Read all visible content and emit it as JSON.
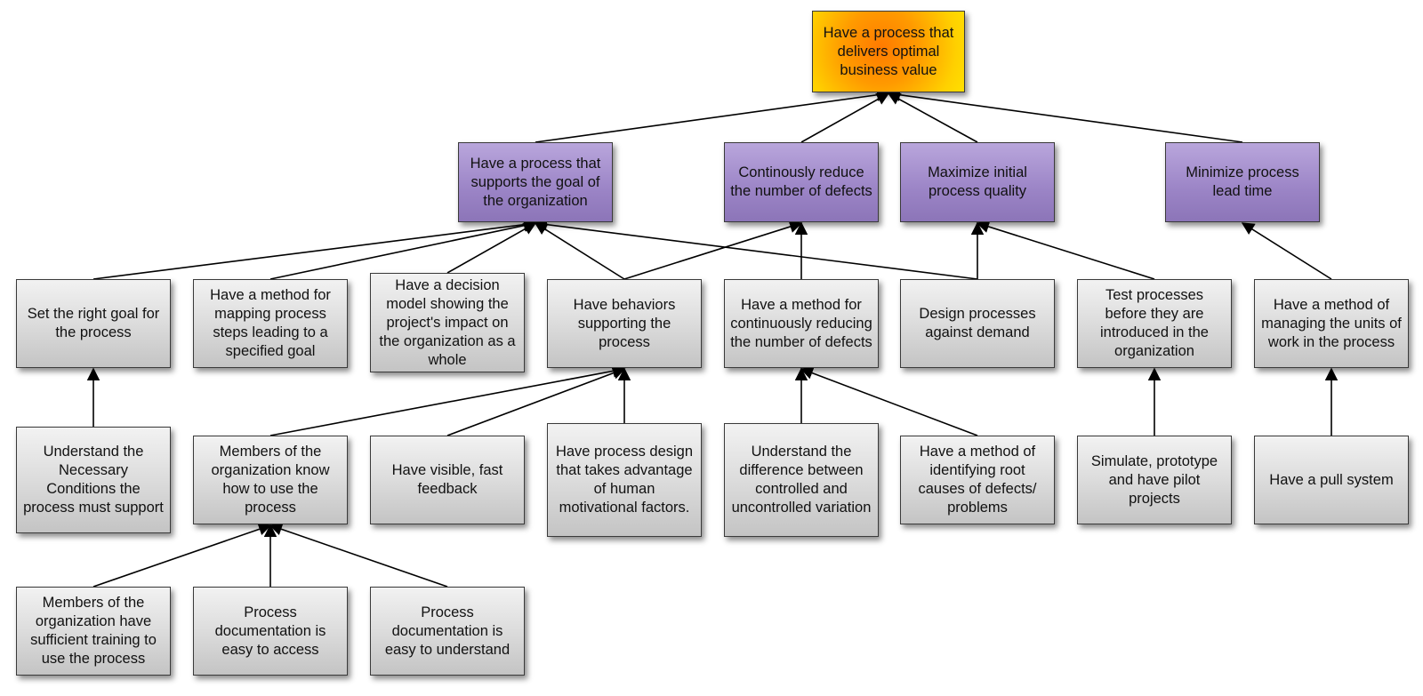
{
  "diagram": {
    "root": {
      "id": "root",
      "label": "Have a process that delivers optimal business value"
    },
    "goals": [
      {
        "id": "g1",
        "label": "Have a process that supports the goal of the organization"
      },
      {
        "id": "g2",
        "label": "Continously reduce the number of defects"
      },
      {
        "id": "g3",
        "label": "Maximize initial process quality"
      },
      {
        "id": "g4",
        "label": "Minimize process lead time"
      }
    ],
    "row2": [
      {
        "id": "r2c1",
        "label": "Set the right goal for the process"
      },
      {
        "id": "r2c2",
        "label": "Have a method for mapping process steps leading to a specified goal"
      },
      {
        "id": "r2c3",
        "label": "Have a decision model showing the project's impact on the organization as a whole"
      },
      {
        "id": "r2c4",
        "label": "Have behaviors supporting the process"
      },
      {
        "id": "r2c5",
        "label": "Have a method for continuously reducing the number of defects"
      },
      {
        "id": "r2c6",
        "label": "Design processes against demand"
      },
      {
        "id": "r2c7",
        "label": "Test processes before they are introduced in the organization"
      },
      {
        "id": "r2c8",
        "label": "Have a method of managing the units of work in the process"
      }
    ],
    "row3": [
      {
        "id": "r3c1",
        "label": "Understand the Necessary Conditions the process must support"
      },
      {
        "id": "r3c2",
        "label": "Members of the organization know how to use the process"
      },
      {
        "id": "r3c3",
        "label": "Have visible, fast feedback"
      },
      {
        "id": "r3c4",
        "label": "Have process design that takes advantage of human motivational factors."
      },
      {
        "id": "r3c5",
        "label": "Understand the difference between controlled and uncontrolled variation"
      },
      {
        "id": "r3c6",
        "label": "Have a method of identifying root causes of defects/ problems"
      },
      {
        "id": "r3c7",
        "label": "Simulate, prototype and have pilot projects"
      },
      {
        "id": "r3c8",
        "label": "Have a pull system"
      }
    ],
    "row4": [
      {
        "id": "r4c1",
        "label": "Members of the organization have sufficient training to use the process"
      },
      {
        "id": "r4c2",
        "label": "Process documentation is easy to access"
      },
      {
        "id": "r4c3",
        "label": "Process documentation is easy to understand"
      }
    ],
    "edges": [
      [
        "g1",
        "root"
      ],
      [
        "g2",
        "root"
      ],
      [
        "g3",
        "root"
      ],
      [
        "g4",
        "root"
      ],
      [
        "r2c1",
        "g1"
      ],
      [
        "r2c2",
        "g1"
      ],
      [
        "r2c3",
        "g1"
      ],
      [
        "r2c4",
        "g1"
      ],
      [
        "r2c6",
        "g1"
      ],
      [
        "r2c4",
        "g2"
      ],
      [
        "r2c5",
        "g2"
      ],
      [
        "r2c6",
        "g3"
      ],
      [
        "r2c7",
        "g3"
      ],
      [
        "r2c8",
        "g4"
      ],
      [
        "r3c1",
        "r2c1"
      ],
      [
        "r3c2",
        "r2c4"
      ],
      [
        "r3c3",
        "r2c4"
      ],
      [
        "r3c4",
        "r2c4"
      ],
      [
        "r3c5",
        "r2c5"
      ],
      [
        "r3c6",
        "r2c5"
      ],
      [
        "r3c7",
        "r2c7"
      ],
      [
        "r3c8",
        "r2c8"
      ],
      [
        "r4c1",
        "r3c2"
      ],
      [
        "r4c2",
        "r3c2"
      ],
      [
        "r4c3",
        "r3c2"
      ]
    ]
  }
}
